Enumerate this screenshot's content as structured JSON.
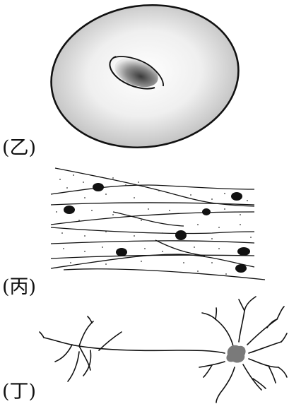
{
  "panels": [
    {
      "label": "(乙)"
    },
    {
      "label": "(丙)"
    },
    {
      "label": "(丁)"
    }
  ]
}
